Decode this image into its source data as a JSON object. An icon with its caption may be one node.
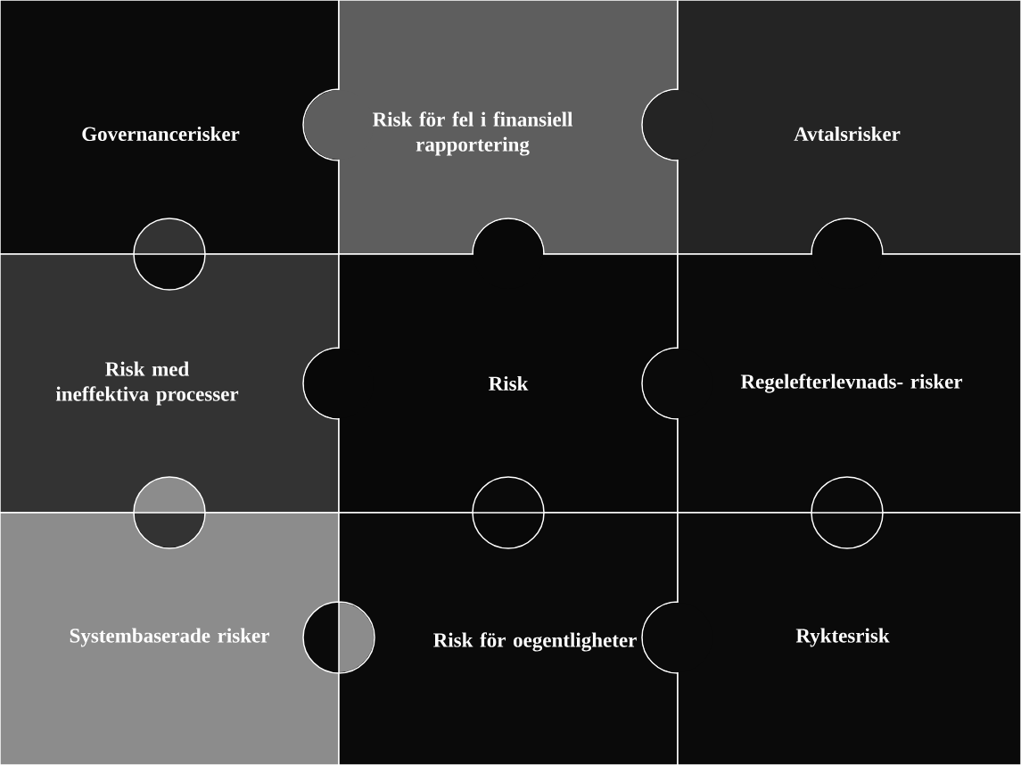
{
  "diagram": {
    "nodes": [
      {
        "text": [
          "Governancerisker"
        ]
      },
      {
        "text": [
          "Risk för fel i finansiell rapportering"
        ]
      },
      {
        "text": [
          "Avtalsrisker"
        ]
      },
      {
        "text": [
          "Risk med ineffektiva processer"
        ]
      },
      {
        "text": [
          "Risk"
        ]
      },
      {
        "text": [
          "Regelefterlevnads- risker"
        ]
      },
      {
        "text": [
          "Systembaserade risker"
        ]
      },
      {
        "text": [
          "Risk för oegentligheter"
        ]
      },
      {
        "text": [
          "Ryktesrisk"
        ]
      }
    ]
  }
}
